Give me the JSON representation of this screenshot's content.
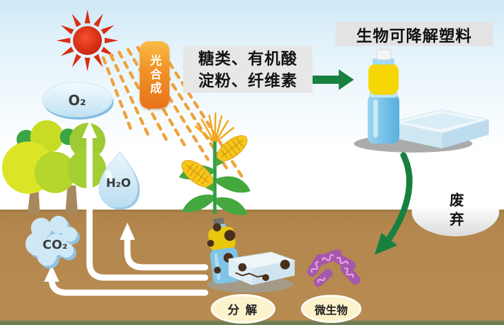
{
  "diagram": {
    "sky_labels": {
      "photosynthesis": "光合成",
      "products_line1": "糖类、有机酸",
      "products_line2": "淀粉、纤维素",
      "title": "生物可降解塑料"
    },
    "molecules": {
      "o2": "O₂",
      "h2o": "H₂O",
      "co2": "CO₂"
    },
    "soil_labels": {
      "waste": "废弃",
      "decompose": "分 解",
      "microbes": "微生物"
    },
    "colors": {
      "arrow_green": "#17803f",
      "sun_red": "#d92d12",
      "ray_orange": "#efa23b",
      "soil_brown": "#b3874d",
      "grass_strip": "#6e7d52",
      "badge_orange": "#ee7d1f",
      "bubble_blue": "#cfe8f6",
      "microbe_purple": "#a558ad"
    },
    "icons": {
      "sun": "sun-icon",
      "sunlight": "sunlight-rays-icon",
      "trees": "trees-icon",
      "corn": "corn-plant-icon",
      "bottle": "plastic-bottle-icon",
      "tray": "plastic-tray-icon",
      "degraded_plastic": "degraded-plastic-icon",
      "microbes": "microbes-icon"
    }
  }
}
